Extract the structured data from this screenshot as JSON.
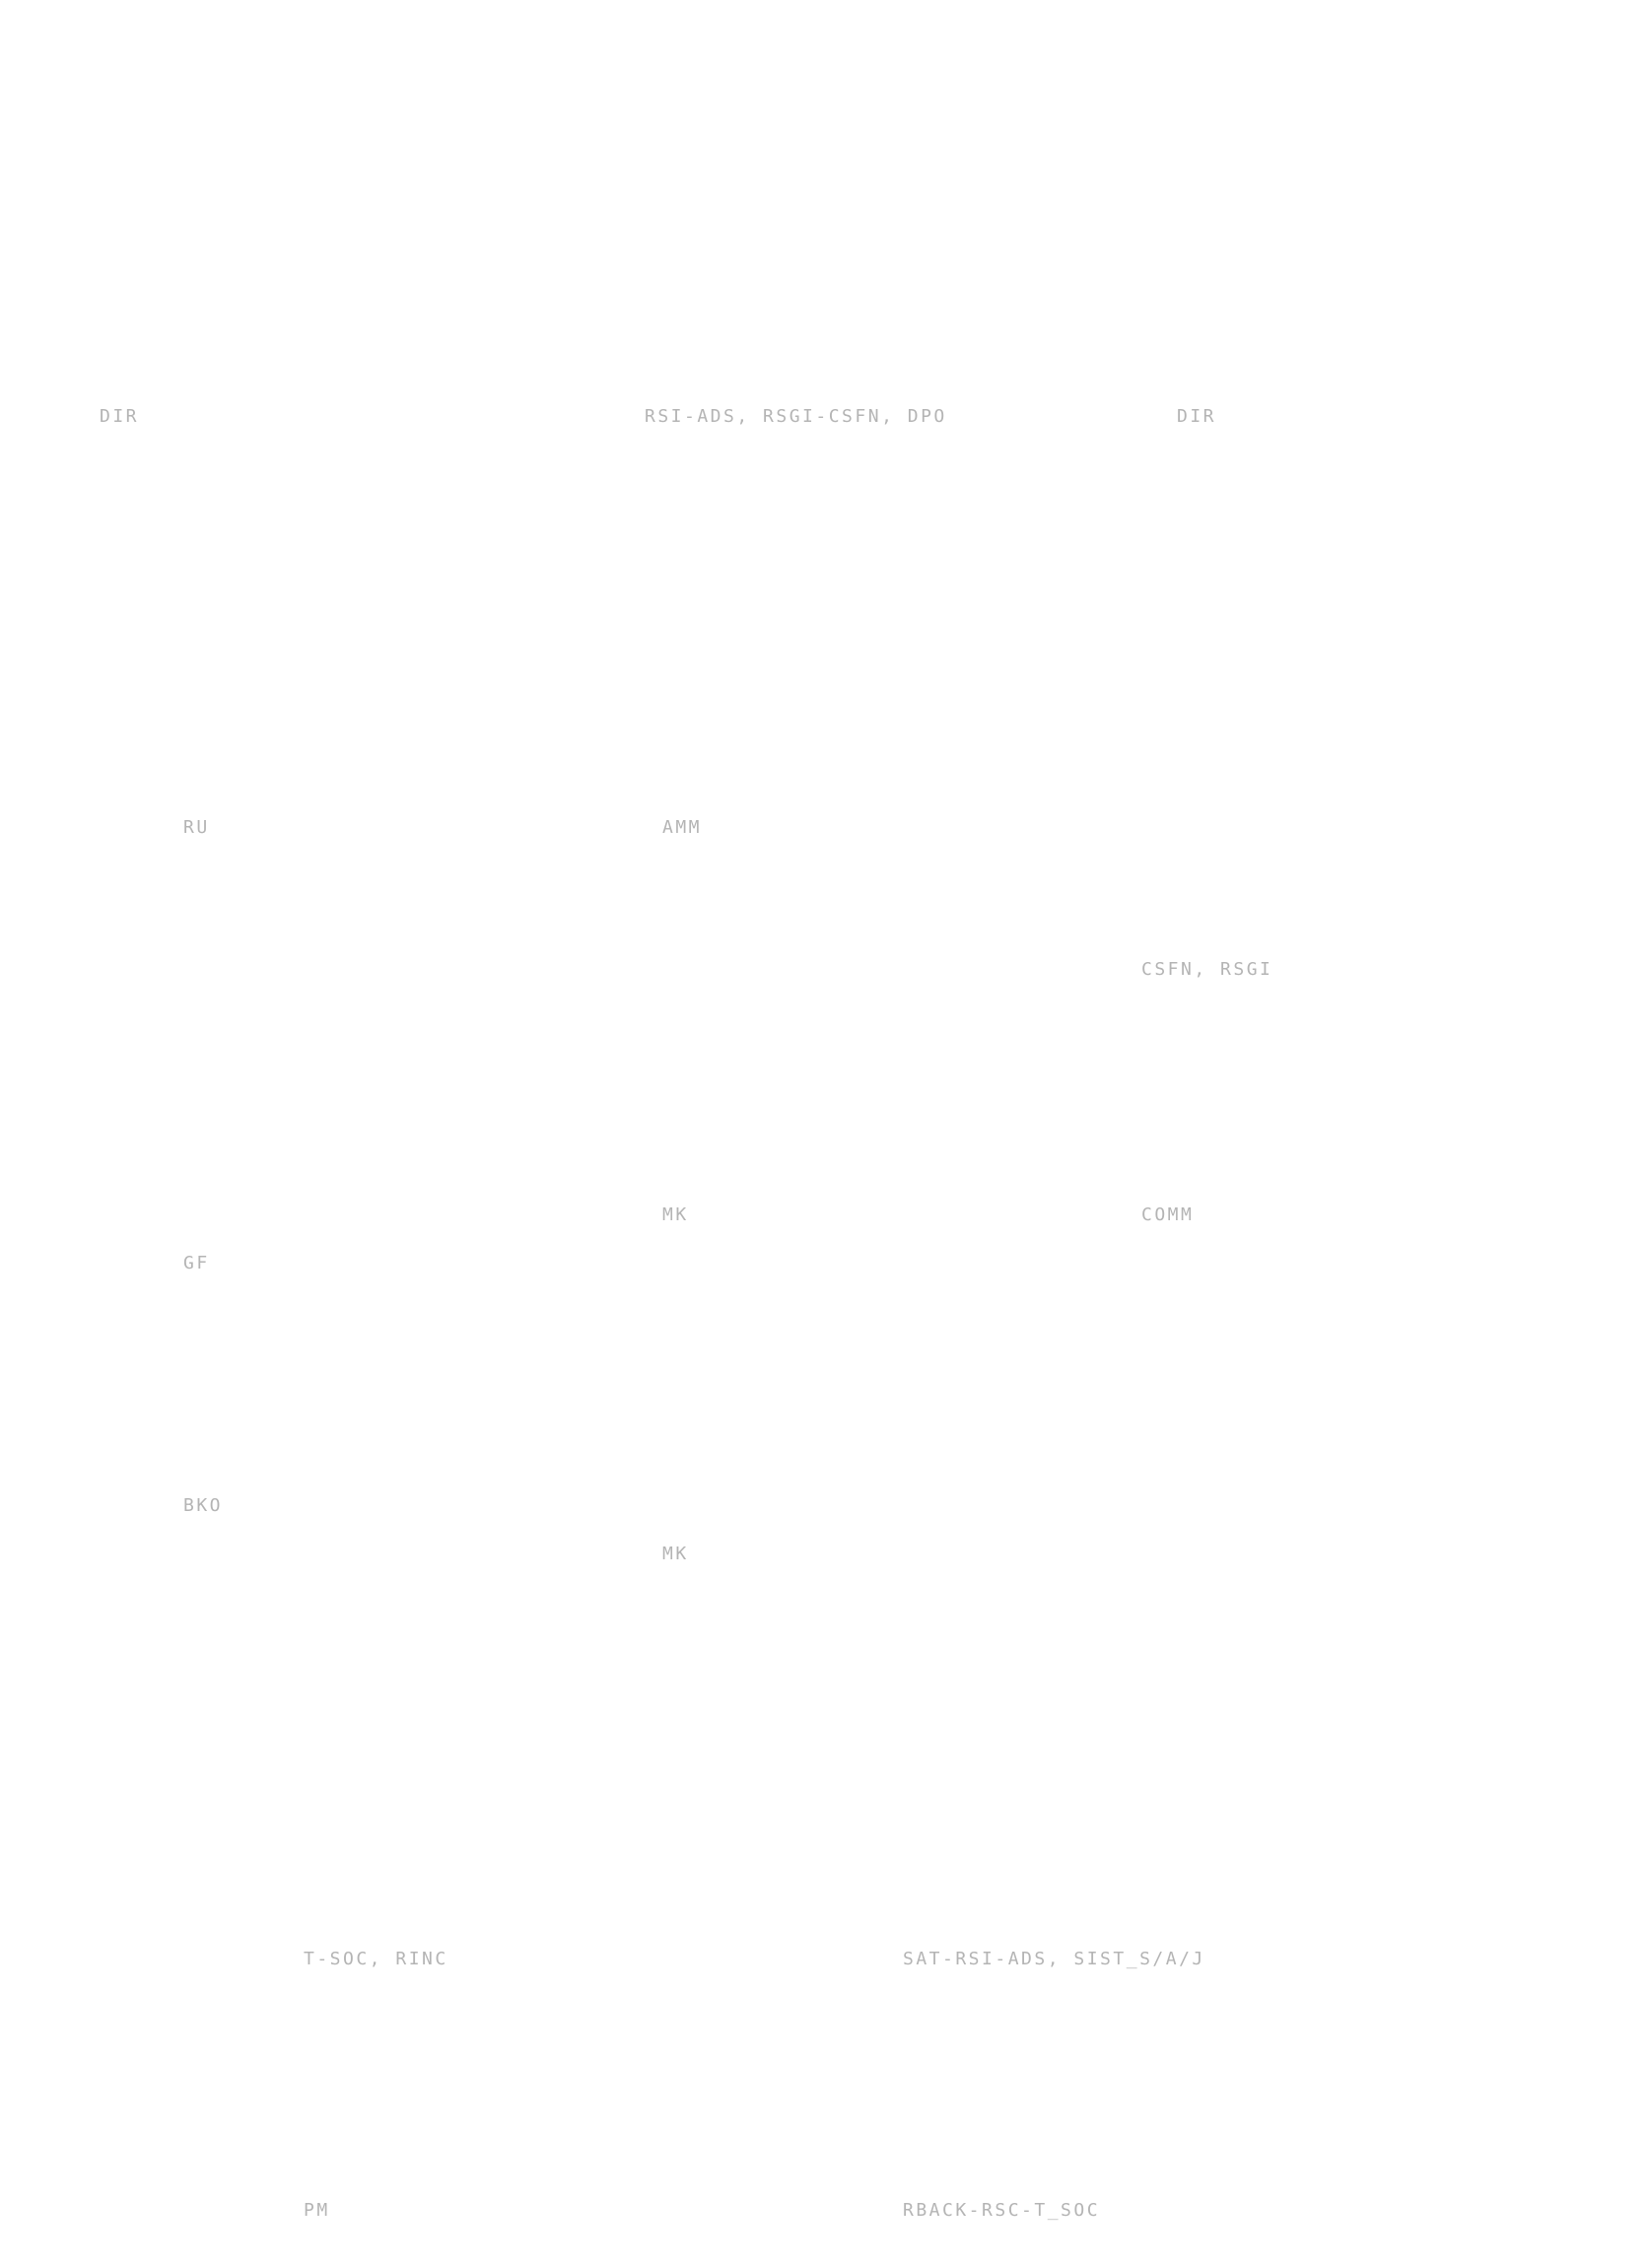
{
  "colors": {
    "background": "#ffffff",
    "label_text": "#b4b4b4"
  },
  "labels": [
    {
      "id": "l-1",
      "text": "DIR"
    },
    {
      "id": "l-2",
      "text": "RSI-ADS, RSGI-CSFN, DPO"
    },
    {
      "id": "l-3",
      "text": "DIR"
    },
    {
      "id": "l-4",
      "text": "RU"
    },
    {
      "id": "l-5",
      "text": "AMM"
    },
    {
      "id": "l-6",
      "text": "CSFN, RSGI"
    },
    {
      "id": "l-7",
      "text": "MK"
    },
    {
      "id": "l-8",
      "text": "COMM"
    },
    {
      "id": "l-9",
      "text": "GF"
    },
    {
      "id": "l-10",
      "text": "BKO"
    },
    {
      "id": "l-11",
      "text": "MK"
    },
    {
      "id": "l-12",
      "text": "T-SOC, RINC"
    },
    {
      "id": "l-13",
      "text": "SAT-RSI-ADS, SIST_S/A/J"
    },
    {
      "id": "l-14",
      "text": "PM"
    },
    {
      "id": "l-15",
      "text": "RBACK-RSC-T_SOC"
    }
  ]
}
